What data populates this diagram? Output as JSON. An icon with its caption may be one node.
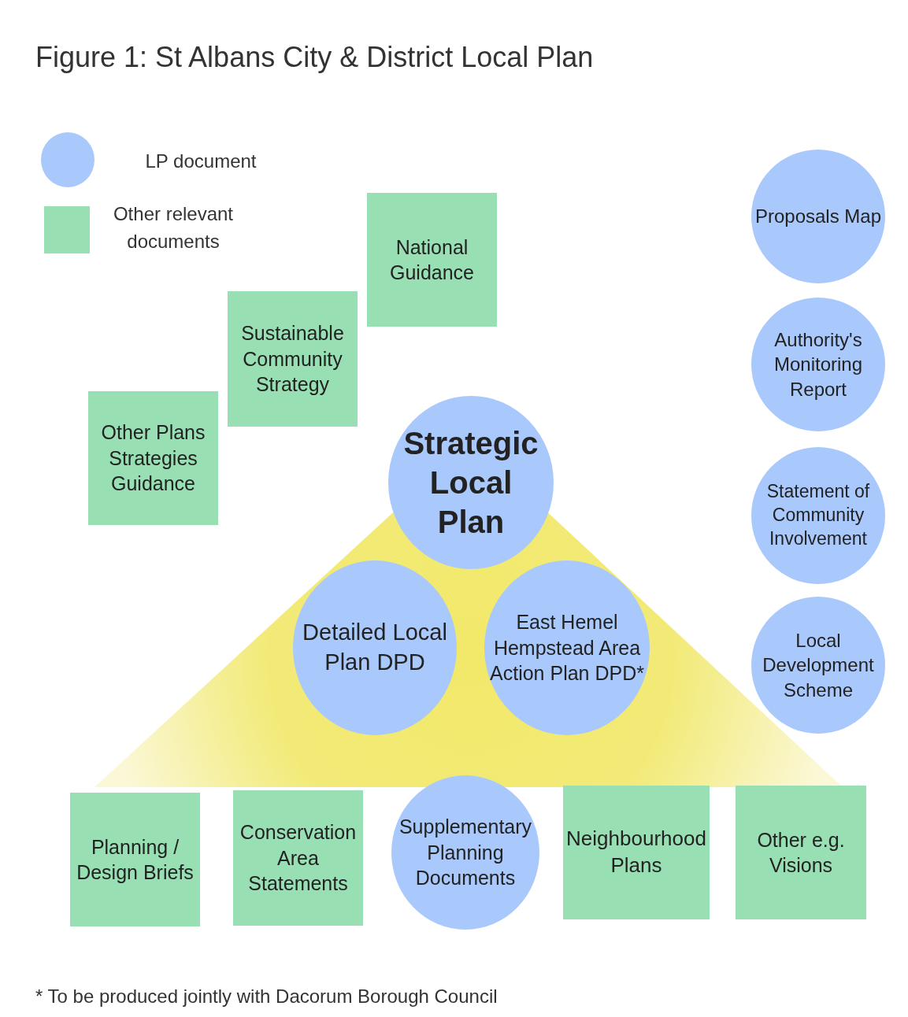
{
  "diagram": {
    "title": "Figure 1: St Albans City & District Local Plan",
    "caption": "* To be produced jointly with Dacorum Borough Council",
    "nodes": [
      {
        "text": [
          "National Guidance"
        ]
      },
      {
        "text": [
          "Proposals Map"
        ]
      },
      {
        "text": [
          "Sustainable Community Strategy"
        ]
      },
      {
        "text": [
          "Authority's Monitoring Report"
        ]
      },
      {
        "text": [
          "Other Plans Strategies Guidance"
        ]
      },
      {
        "text": [
          "Strategic Local Plan"
        ]
      },
      {
        "text": [
          "Statement of Community Involvement"
        ]
      },
      {
        "text": [
          "Detailed Local Plan DPD"
        ]
      },
      {
        "text": [
          "East Hemel Hempstead Area Action Plan DPD*"
        ]
      },
      {
        "text": [
          "Local Development Scheme"
        ]
      },
      {
        "text": [
          "Planning / Design Briefs"
        ]
      },
      {
        "text": [
          "Conservation Area Statements"
        ]
      },
      {
        "text": [
          "Supplementary Planning Documents"
        ]
      },
      {
        "text": [
          "Neighbourhood Plans"
        ]
      },
      {
        "text": [
          "Other e.g. Visions"
        ]
      }
    ],
    "legend": [
      {
        "text": "LP document",
        "color": "#a9c8fc"
      },
      {
        "text": "Other relevant documents",
        "color": "#98e0b4"
      }
    ]
  }
}
